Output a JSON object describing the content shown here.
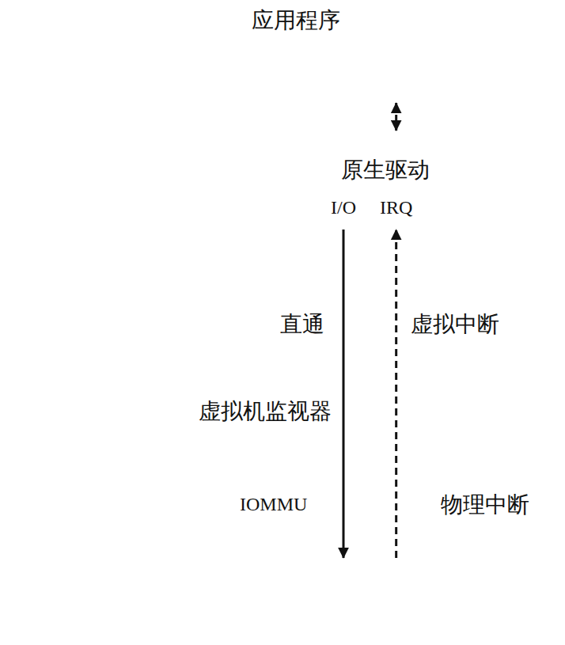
{
  "diagram": {
    "nodes": [
      {
        "text": [
          "应用程序"
        ]
      },
      {
        "text": [
          "原生驱动",
          "I/O",
          "IRQ"
        ],
        "in": 0
      },
      {
        "text": [
          "虚拟机监视器"
        ]
      },
      {
        "text": [
          "IOMMU"
        ]
      }
    ],
    "edges": [
      {
        "from": 1,
        "to": 3,
        "label": "直通",
        "arrow": "to"
      },
      {
        "from": 3,
        "to": 1,
        "label": "虚拟中断",
        "arrow": "to"
      },
      {
        "from": 0,
        "to": 1,
        "arrow": "both"
      }
    ],
    "labels": [
      "物理中断"
    ]
  }
}
